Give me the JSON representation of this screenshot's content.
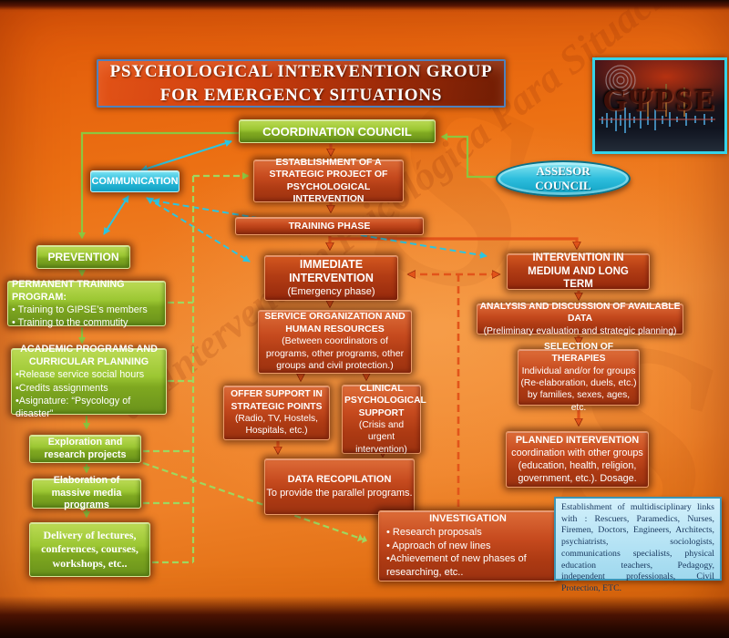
{
  "title": {
    "line1": "PSYCHOLOGICAL INTERVENTION GROUP",
    "line2": "FOR EMERGENCY SITUATIONS"
  },
  "logo": {
    "text": "GΨPSE"
  },
  "watermark": {
    "text": "de Intervención Psicológica Para Situaciones",
    "letters": [
      "S",
      "S"
    ]
  },
  "colors": {
    "background_orange": "#ee7f26",
    "box_green": "#8fbc2b",
    "box_red": "#b64218",
    "box_cyan": "#2ebedd",
    "links_blue": "#b3e2f4",
    "title_border_blue": "#4f81bd",
    "arrow_red": "#e2541a",
    "arrow_green": "#8dc63f",
    "arrow_cyan": "#2cc5e0",
    "dashed_green": "#9ed75f"
  },
  "nodes": {
    "coordination": {
      "label": "COORDINATION COUNCIL"
    },
    "communication": {
      "label": "COMMUNICATION"
    },
    "establishment": {
      "label": "ESTABLISHMENT OF A STRATEGIC PROJECT OF PSYCHOLOGICAL INTERVENTION"
    },
    "assesor": {
      "line1": "ASSESOR",
      "line2": "COUNCIL"
    },
    "training_phase": {
      "label": "TRAINING PHASE"
    },
    "prevention": {
      "label": "PREVENTION"
    },
    "immediate": {
      "title": "IMMEDIATE INTERVENTION",
      "subtitle": "(Emergency phase)"
    },
    "medium_long": {
      "label": "INTERVENTION IN MEDIUM AND LONG TERM"
    },
    "permanent": {
      "title": "PERMANENT TRAINING PROGRAM:",
      "items": [
        "• Training to GIPSE’s members",
        "• Training to the commutity"
      ]
    },
    "service_org": {
      "title": "SERVICE ORGANIZATION AND HUMAN RESOURCES",
      "subtitle": "(Between coordinators of programs, other programs, other groups and civil protection.)"
    },
    "analysis": {
      "title": "ANALYSIS AND DISCUSSION OF AVAILABLE DATA",
      "subtitle": "(Preliminary evaluation and strategic planning)"
    },
    "academic": {
      "title": "ACADEMIC PROGRAMS AND CURRICULAR PLANNING",
      "items": [
        "•Release service social hours",
        "•Credits assignments",
        "•Asignature: “Psycology of disaster”"
      ]
    },
    "selection": {
      "title": "SELECTION OF THERAPIES",
      "body": "Individual and/or for groups (Re-elaboration, duels, etc.) by families, sexes, ages, etc."
    },
    "offer_support": {
      "title": "OFFER SUPPORT IN STRATEGIC POINTS",
      "subtitle": "(Radio, TV, Hostels, Hospitals, etc.)"
    },
    "clinical": {
      "title": "CLINICAL PSYCHOLOGICAL SUPPORT",
      "subtitle": "(Crisis and urgent intervention)"
    },
    "exploration": {
      "label": "Exploration and research projects"
    },
    "data_recopilation": {
      "title": "DATA RECOPILATION",
      "subtitle": "To provide the parallel programs."
    },
    "planned": {
      "title": "PLANNED INTERVENTION",
      "body": "coordination with other groups (education, health, religion, government, etc.). Dosage."
    },
    "elaboration": {
      "label": "Elaboration of massive media programs"
    },
    "delivery": {
      "label": "Delivery of lectures, conferences, courses, workshops, etc.."
    },
    "investigation": {
      "title": "INVESTIGATION",
      "items": [
        "•  Research proposals",
        "• Approach of new lines",
        "•Achievement of new phases of researching, etc.."
      ]
    },
    "links": {
      "text": "Establishment of multidisciplinary links with : Rescuers, Paramedics, Nurses, Firemen, Doctors, Engineers, Architects, psychiatrists, sociologists, communications specialists, physical education teachers, Pedagogy, independent professionals, Civil Protection, ETC."
    }
  }
}
